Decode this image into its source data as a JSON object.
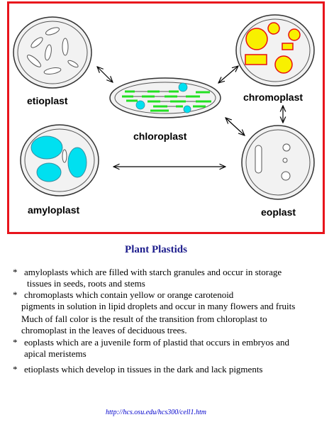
{
  "diagram": {
    "labels": {
      "etioplast": "etioplast",
      "chloroplast": "chloroplast",
      "chromoplast": "chromoplast",
      "amyloplast": "amyloplast",
      "eoplast": "eoplast"
    },
    "colors": {
      "frame": "#e8141c",
      "starch": "#00e0f0",
      "chromo_pigment": "#f8f000",
      "chromo_outline": "#e81010",
      "thylakoid": "#22e022",
      "cell_fill": "#f2f2f2"
    }
  },
  "caption": "Plant Plastids",
  "notes": {
    "amyloplasts": {
      "star": "*",
      "line1": "amyloplasts which are filled with starch granules and occur in storage",
      "line2": "tissues in seeds, roots and stems"
    },
    "chromoplasts": {
      "star": "*",
      "line1": "chromoplasts which contain yellow or orange carotenoid",
      "line2": "pigments in solution in lipid droplets and occur in many flowers and fruits",
      "line3": "Much of fall color is the result of the transition from chloroplast to",
      "line4": "chromoplast in the leaves of deciduous trees."
    },
    "eoplasts": {
      "star": "*",
      "line1": "eoplasts which are a juvenile form of plastid that occurs in embryos and",
      "line2": "apical meristems"
    },
    "etioplasts": {
      "star": "*",
      "line1": "etioplasts which develop in tissues in the dark and lack pigments"
    }
  },
  "link": "http://hcs.osu.edu/hcs300/cell1.htm"
}
